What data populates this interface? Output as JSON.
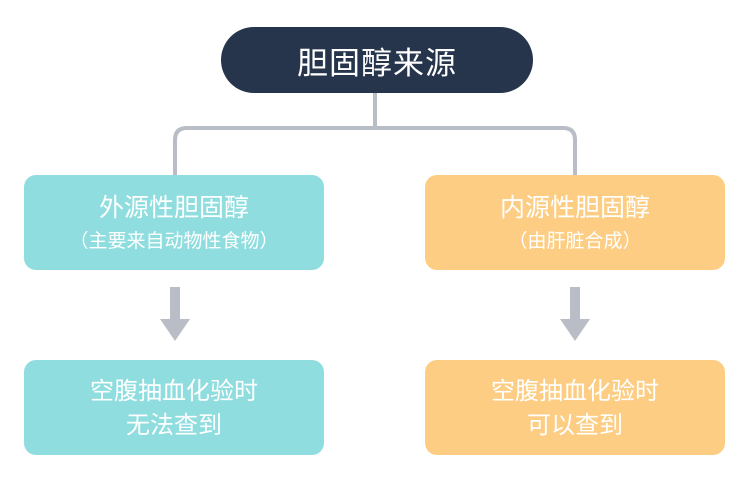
{
  "root": {
    "label": "胆固醇来源"
  },
  "left": {
    "title": "外源性胆固醇",
    "subtitle": "（主要来自动物性食物）",
    "result": [
      "空腹抽血化验时",
      "无法查到"
    ],
    "color": "#8fdddf"
  },
  "right": {
    "title": "内源性胆固醇",
    "subtitle": "（由肝脏合成）",
    "result": [
      "空腹抽血化验时",
      "可以查到"
    ],
    "color": "#fdcd83"
  },
  "colors": {
    "root_bg": "#26354b",
    "connector": "#b9bec6",
    "arrow": "#b9bec6"
  }
}
